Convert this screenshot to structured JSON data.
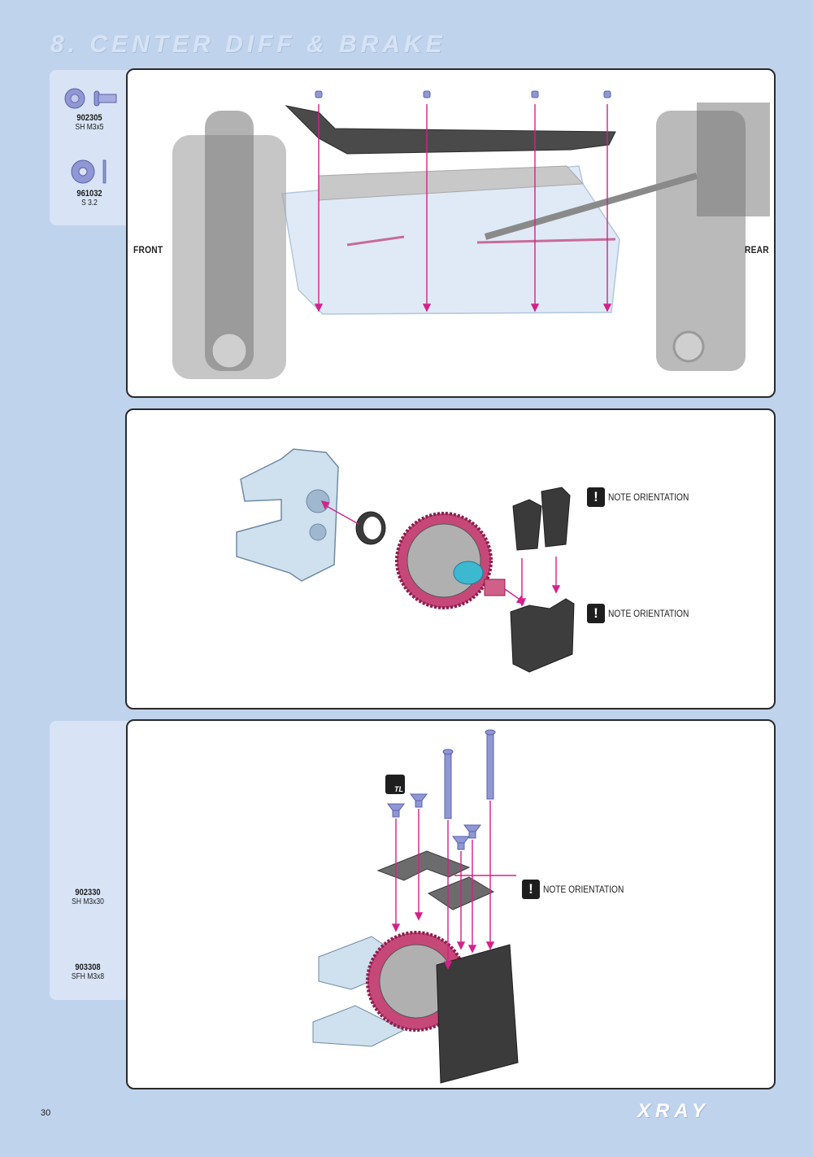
{
  "page": {
    "title": "8. CENTER DIFF & BRAKE",
    "page_number": "30",
    "logo_text": "XRAY"
  },
  "colors": {
    "background": "#c0d3ec",
    "sidebox": "#d8e4f5",
    "arrow": "#d6208a",
    "hardware": "#7a83c8"
  },
  "step1": {
    "parts": [
      {
        "code": "902305",
        "desc": "SH M3x5",
        "icon": "button-head-screw-icon"
      },
      {
        "code": "961032",
        "desc": "S 3.2",
        "icon": "washer-icon"
      }
    ],
    "front_label": "FRONT",
    "rear_label": "REAR"
  },
  "step2": {
    "notes": [
      "NOTE ORIENTATION",
      "NOTE ORIENTATION"
    ]
  },
  "step3": {
    "parts": [
      {
        "code": "902330",
        "desc": "SH M3x30",
        "icon": "long-screw-icon"
      },
      {
        "code": "903308",
        "desc": "SFH M3x8",
        "icon": "flat-head-screw-icon"
      }
    ],
    "note": "NOTE ORIENTATION",
    "tl_icon_text": "TL"
  }
}
